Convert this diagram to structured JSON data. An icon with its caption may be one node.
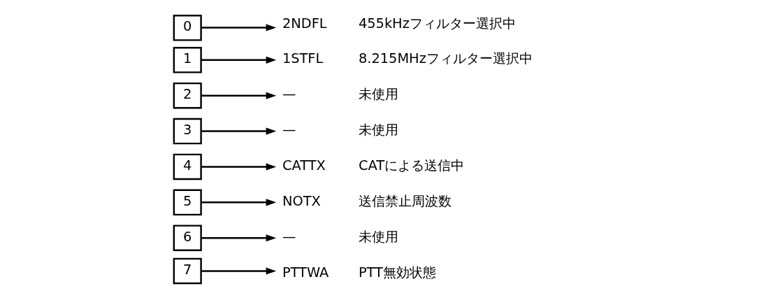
{
  "diagram": {
    "nodes": [
      {
        "text": [
          "7"
        ]
      },
      {
        "text": [
          "6"
        ]
      },
      {
        "text": [
          "5"
        ]
      },
      {
        "text": [
          "4"
        ]
      },
      {
        "text": [
          "3"
        ]
      },
      {
        "text": [
          "2"
        ]
      },
      {
        "text": [
          "1"
        ]
      },
      {
        "text": [
          "0"
        ]
      },
      {
        "text": [
          "2NDFL"
        ],
        "beside": [
          "455kHzフィルター選択中"
        ]
      },
      {
        "text": [
          "1STFL"
        ],
        "beside": [
          "8.215MHzフィルター選択中"
        ]
      },
      {
        "text": [
          "—"
        ],
        "beside": [
          "未使用"
        ]
      },
      {
        "text": [
          "—"
        ],
        "beside": [
          "未使用"
        ]
      },
      {
        "text": [
          "CATTX"
        ],
        "beside": [
          "CATによる送信中"
        ]
      },
      {
        "text": [
          "NOTX"
        ],
        "beside": [
          "送信禁止周波数"
        ]
      },
      {
        "text": [
          "—"
        ],
        "beside": [
          "未使用"
        ]
      },
      {
        "text": [
          "PTTWA"
        ],
        "beside": [
          "PTT無効状態"
        ]
      }
    ],
    "edges": [
      {
        "from": 7,
        "to": 8,
        "arrow": "to"
      },
      {
        "from": 6,
        "to": 9,
        "arrow": "to"
      },
      {
        "from": 5,
        "to": 10,
        "arrow": "to"
      },
      {
        "from": 4,
        "to": 11,
        "arrow": "to"
      },
      {
        "from": 3,
        "to": 12,
        "arrow": "to"
      },
      {
        "from": 2,
        "to": 13,
        "arrow": "to"
      },
      {
        "from": 1,
        "to": 14,
        "arrow": "to"
      },
      {
        "from": 0,
        "to": 15,
        "arrow": "to"
      }
    ]
  }
}
